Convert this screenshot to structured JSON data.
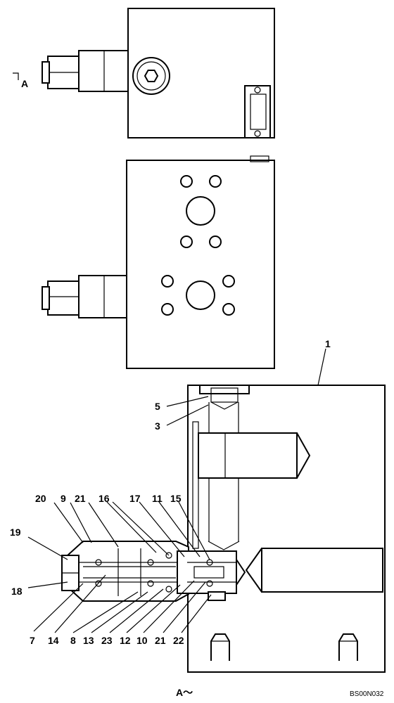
{
  "view_marker": "A",
  "view_caption": "A～",
  "drawing_code": "BS00N032",
  "callouts": [
    "1",
    "5",
    "3",
    "20",
    "9",
    "21",
    "16",
    "17",
    "11",
    "15",
    "19",
    "18",
    "7",
    "14",
    "8",
    "13",
    "23",
    "12",
    "10",
    "21",
    "22"
  ]
}
